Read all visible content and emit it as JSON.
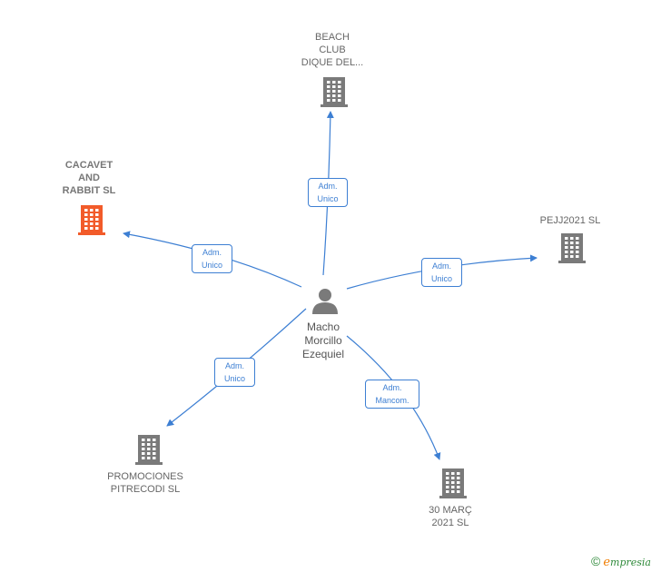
{
  "colors": {
    "edge": "#3d7fd3",
    "building": "#7a7a7a",
    "building_focus": "#f25b2a",
    "person": "#7a7a7a"
  },
  "person": {
    "label": "Macho\nMorcillo\nEzequiel",
    "icon": "person-icon"
  },
  "companies": [
    {
      "id": "beach",
      "label": "BEACH\nCLUB\nDIQUE DEL...",
      "icon": "building-icon",
      "focus": false
    },
    {
      "id": "cacavet",
      "label": "CACAVET\nAND\nRABBIT SL",
      "icon": "building-icon",
      "focus": true
    },
    {
      "id": "pejj",
      "label": "PEJJ2021 SL",
      "icon": "building-icon",
      "focus": false
    },
    {
      "id": "promociones",
      "label": "PROMOCIONES\nPITRECODI SL",
      "icon": "building-icon",
      "focus": false
    },
    {
      "id": "30marc",
      "label": "30 MARÇ\n2021 SL",
      "icon": "building-icon",
      "focus": false
    }
  ],
  "edges": [
    {
      "to": "beach",
      "label": "Adm.\nUnico"
    },
    {
      "to": "cacavet",
      "label": "Adm.\nUnico"
    },
    {
      "to": "pejj",
      "label": "Adm.\nUnico"
    },
    {
      "to": "promociones",
      "label": "Adm.\nUnico"
    },
    {
      "to": "30marc",
      "label": "Adm.\nMancom."
    }
  ],
  "footer": {
    "copyright": "©",
    "brand_initial": "e",
    "brand_rest": "mpresia"
  }
}
